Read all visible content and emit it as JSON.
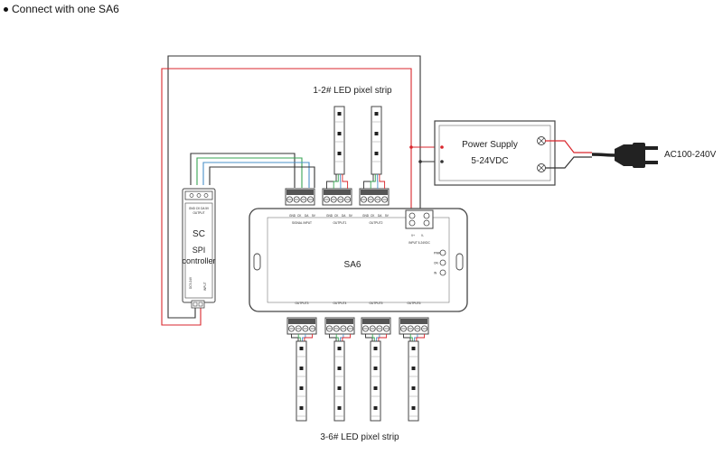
{
  "title": "Connect with one SA6",
  "labels": {
    "top_strips": "1-2# LED pixel strip",
    "bottom_strips": "3-6# LED pixel strip",
    "power_supply_line1": "Power Supply",
    "power_supply_line2": "5-24VDC",
    "mains": "AC100-240V",
    "device": "SA6",
    "controller_line1": "SC",
    "controller_line2": "SPI",
    "controller_line3": "controller",
    "signal_input": "SIGNAL INPUT",
    "input_power": "INPUT 5-24VDC",
    "output1": "OUTPUT1",
    "output2": "OUTPUT2",
    "output3": "OUTPUT3",
    "output4": "OUTPUT4",
    "output5": "OUTPUT5",
    "output6": "OUTPUT6",
    "terminal_pins": [
      "GND",
      "CK",
      "DA",
      "5V"
    ],
    "power_pins": [
      "V+",
      "V-"
    ],
    "status_leds": [
      "PWR",
      "ON",
      "IN"
    ]
  },
  "colors": {
    "positive_wire": "#d9262c",
    "negative_wire": "#333333",
    "data_wire_green": "#3aa655",
    "data_wire_blue": "#4a90c8",
    "outline": "#444444"
  }
}
